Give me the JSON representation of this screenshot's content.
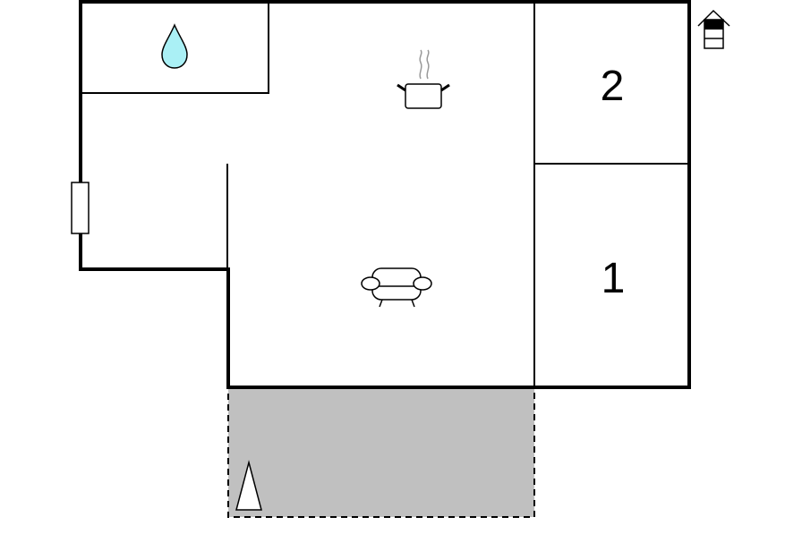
{
  "floor_plan": {
    "rooms": [
      {
        "id": "bathroom",
        "icon": "water-drop-icon"
      },
      {
        "id": "kitchen-living",
        "icons": [
          "cooking-pot-icon",
          "sofa-icon"
        ]
      },
      {
        "id": "bedroom-2",
        "label": "2"
      },
      {
        "id": "bedroom-1",
        "label": "1"
      }
    ],
    "terrace": {
      "icon": "tent-icon"
    },
    "entrance_icon": "door-icon",
    "floor_icon": "house-floor-icon"
  },
  "colors": {
    "wall": "#000000",
    "water": "#aaf0f5",
    "terrace": "#c0c0c0",
    "steam": "#999999",
    "background": "#ffffff"
  }
}
